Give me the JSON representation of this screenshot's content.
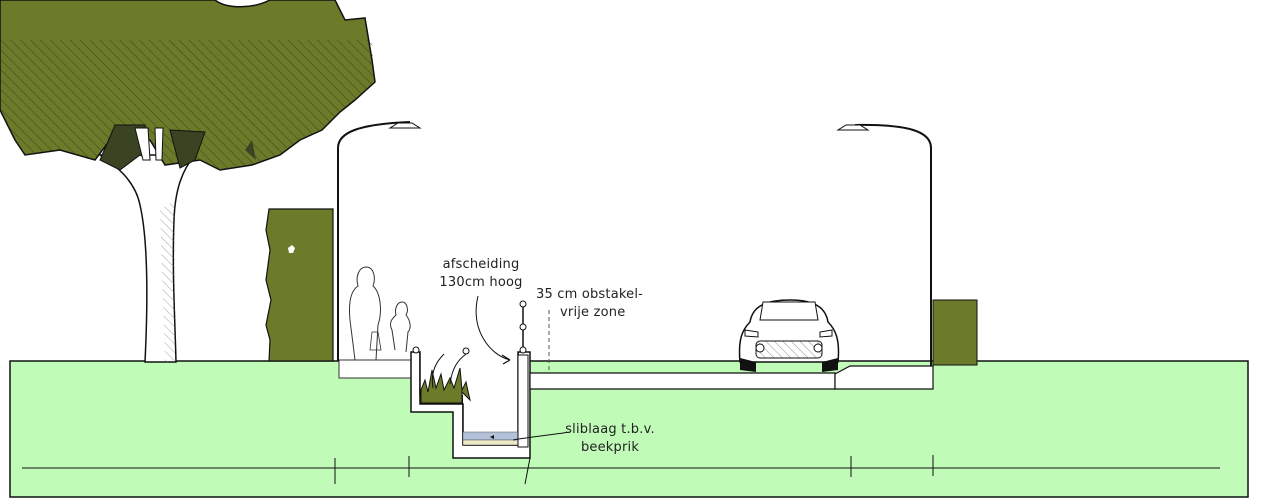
{
  "diagram": {
    "type": "street-cross-section",
    "labels": {
      "afscheiding": [
        "afscheiding",
        "130cm hoog"
      ],
      "obstakel": [
        "35 cm obstakel-",
        "vrije zone"
      ],
      "sliblaag": [
        "sliblaag t.b.v.",
        "beekprik"
      ]
    },
    "elements": [
      "tree",
      "hedge-left",
      "street-lamp-left",
      "pedestrian-adult",
      "pedestrian-child",
      "planted-ditch-step",
      "brook-channel",
      "fence-130cm",
      "road",
      "car-front",
      "street-lamp-right",
      "hedge-right",
      "ground",
      "dimension-line"
    ],
    "colors": {
      "ground": "#c0fcb8",
      "foliage": "#6b7b2a",
      "foliage_dark": "#3a4423",
      "water": "#b3c1d9",
      "silt": "#ece9c6",
      "outline": "#111111"
    }
  }
}
